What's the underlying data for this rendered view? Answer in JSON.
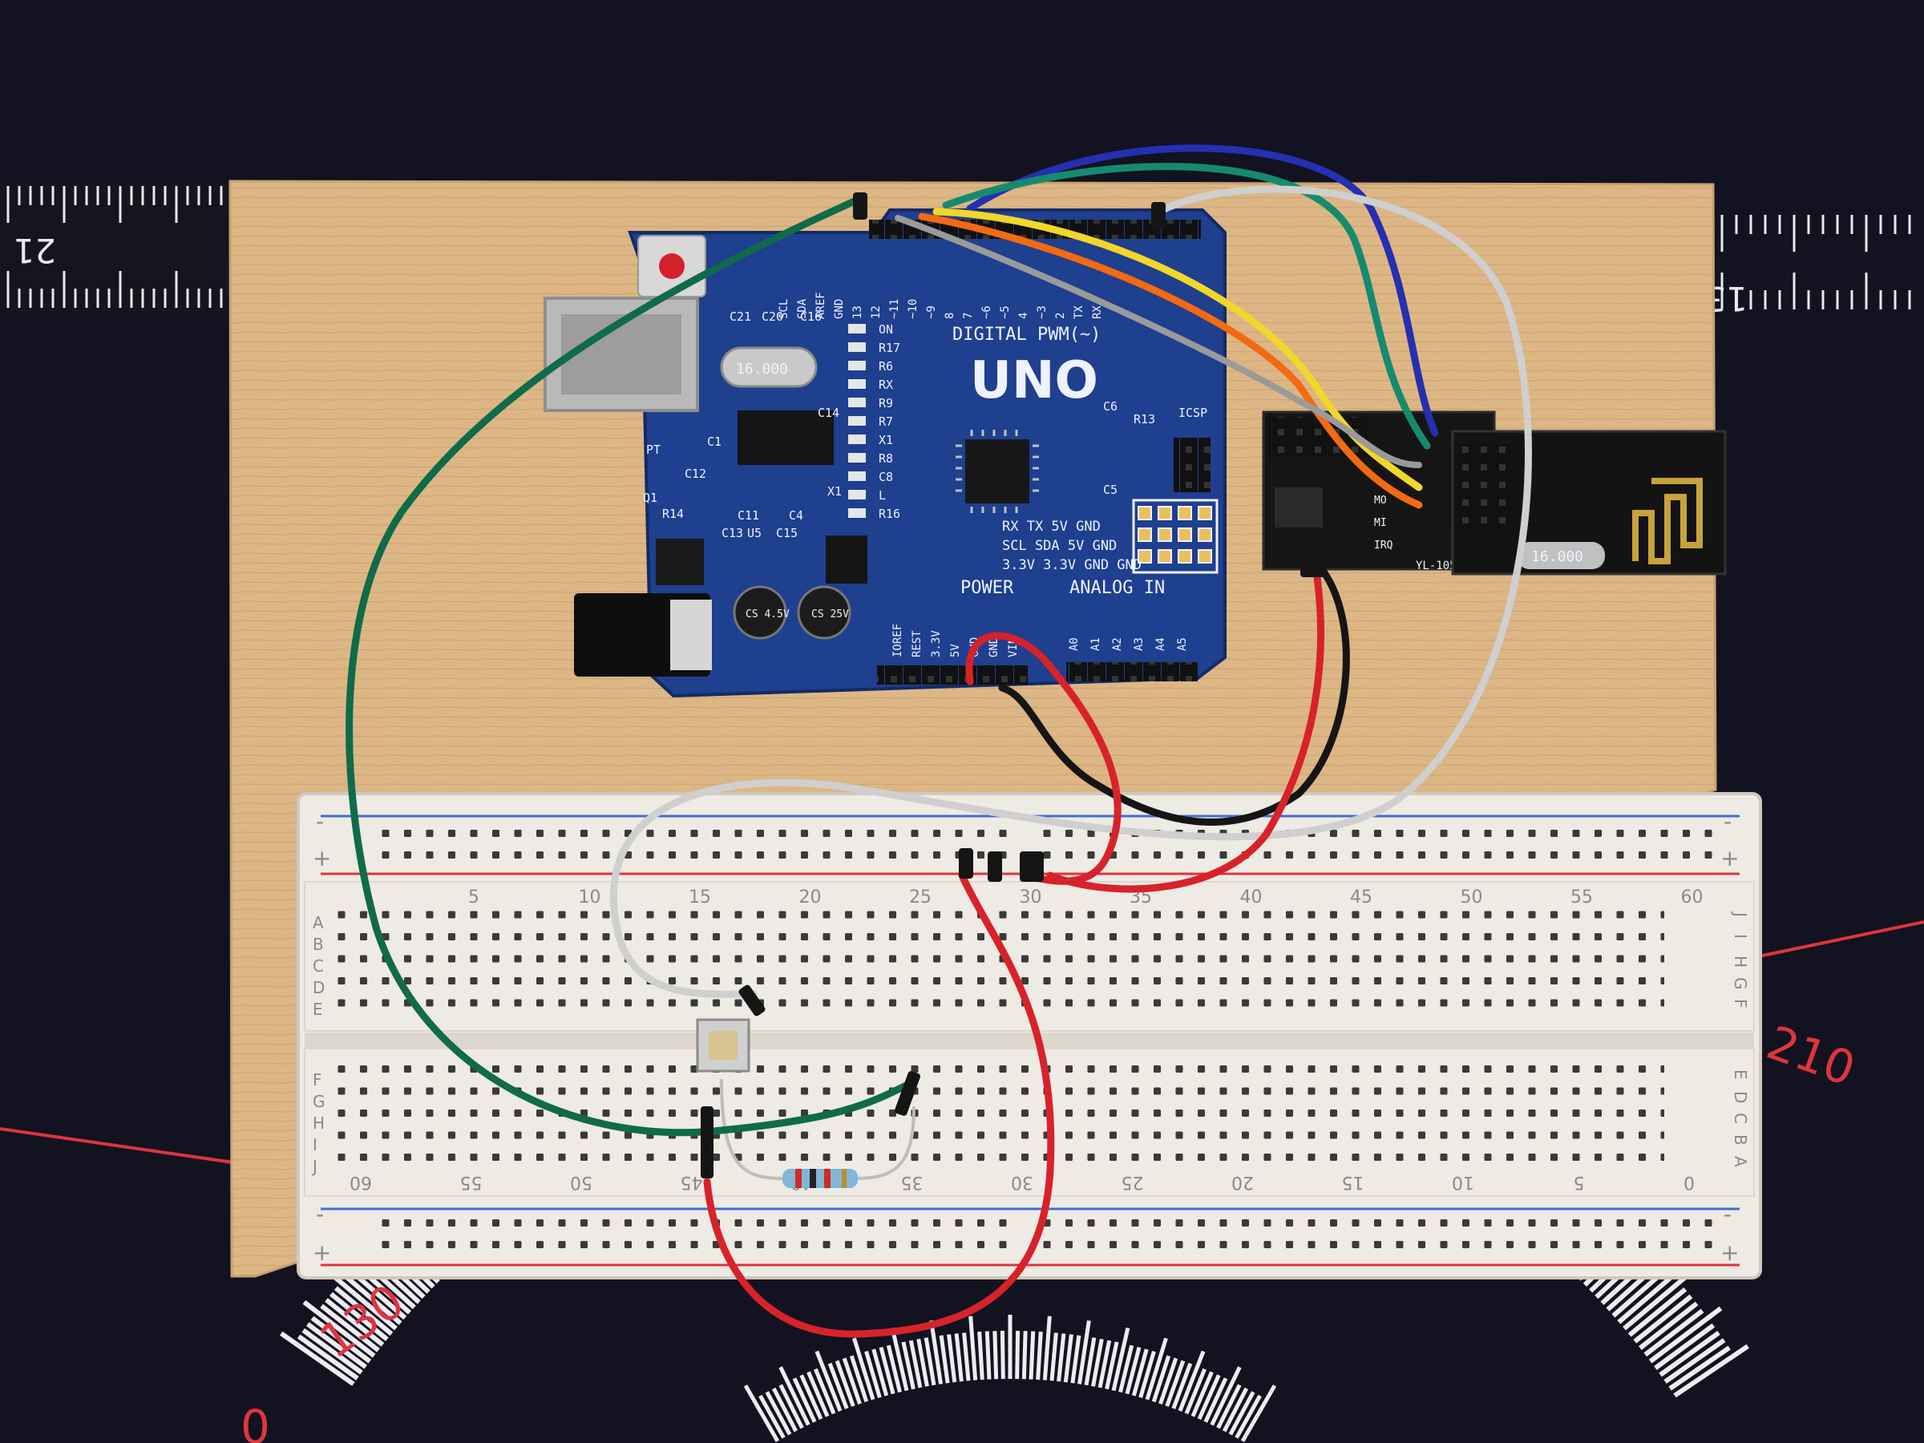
{
  "mat": {
    "ruler_left_label": "21",
    "ruler_right_label": "13",
    "protractor_label_right": "210",
    "protractor_label_left": "130",
    "protractor_label_bottom": "0"
  },
  "arduino": {
    "model_label": "UNO",
    "digital_label": "DIGITAL PWM(~)",
    "power_label": "POWER",
    "analog_label": "ANALOG IN",
    "header_labels_top": [
      "SCL",
      "SDA",
      "AREF",
      "GND",
      "13",
      "12",
      "~11",
      "~10",
      "~9",
      "8",
      "7",
      "~6",
      "~5",
      "4",
      "~3",
      "2",
      "TX",
      "RX"
    ],
    "header_labels_power": [
      "IOREF",
      "REST",
      "3.3V",
      "5V",
      "GND",
      "GND",
      "VIN"
    ],
    "header_labels_analog": [
      "A0",
      "A1",
      "A2",
      "A3",
      "A4",
      "A5"
    ],
    "leds": [
      "ON",
      "R17",
      "R6",
      "RX",
      "R9",
      "R7",
      "X1",
      "R8",
      "C8",
      "L",
      "R16"
    ],
    "components": [
      "C21",
      "C20",
      "C16",
      "C14",
      "C1",
      "PT",
      "C12",
      "Q1",
      "R14",
      "C11",
      "C4",
      "X1",
      "C13",
      "U5",
      "C15",
      "C6",
      "R13",
      "C5",
      "ICSP"
    ],
    "capacitor_text": [
      "CS 4.5V",
      "CS 25V"
    ],
    "crystal_text": "16.000",
    "icsp_rows": [
      "RX  TX  5V  GND",
      "SCL SDA 5V  GND",
      "3.3V 3.3V GND GND"
    ]
  },
  "adapter": {
    "label": "YL-105",
    "pins": [
      "MO",
      "MI",
      "IRQ"
    ]
  },
  "rf_module": {
    "crystal": "16.000"
  },
  "breadboard": {
    "column_numbers_top": [
      "5",
      "10",
      "15",
      "20",
      "25",
      "30",
      "35",
      "40",
      "45",
      "50",
      "55",
      "60"
    ],
    "column_numbers_bottom": [
      "60",
      "55",
      "50",
      "45",
      "40",
      "35",
      "30",
      "25",
      "20",
      "15",
      "10",
      "5",
      "0"
    ],
    "rows_top_left": [
      "A",
      "B",
      "C",
      "D",
      "E"
    ],
    "rows_bottom_left": [
      "F",
      "G",
      "H",
      "I",
      "J"
    ],
    "rows_top_right": [
      "J",
      "I",
      "H",
      "G",
      "F"
    ],
    "rows_bottom_right": [
      "E",
      "D",
      "C",
      "B",
      "A"
    ],
    "rail_minus": "-",
    "rail_plus": "+"
  },
  "colors": {
    "mat": "#121220",
    "wood": "#ddb685",
    "pcb": "#1f3f8f",
    "breadboard": "#eeeae4",
    "wire_green": "#0f6b4a",
    "wire_red": "#d8222a",
    "wire_black": "#151515",
    "wire_white": "#cfcfcf",
    "wire_blue": "#2430b0",
    "wire_yellow": "#f2d62a",
    "wire_orange": "#f26a12",
    "wire_teal": "#168a6e"
  }
}
